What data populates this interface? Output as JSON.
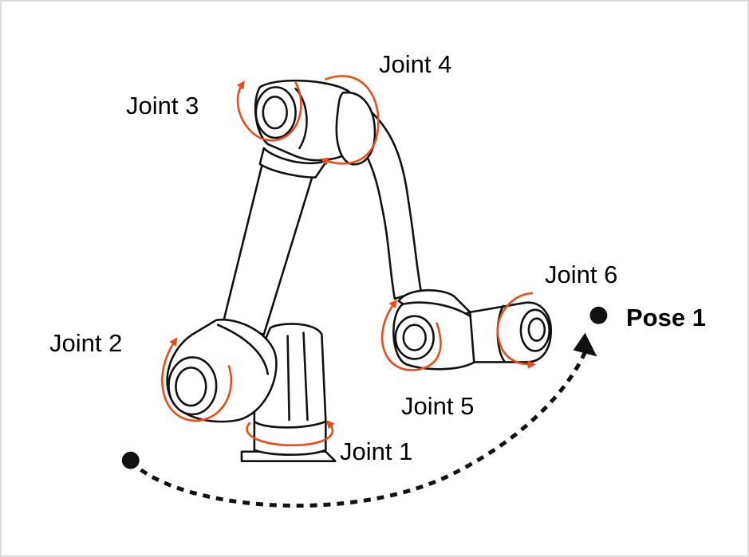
{
  "joints": [
    {
      "id": "joint-1",
      "label": "Joint 1"
    },
    {
      "id": "joint-2",
      "label": "Joint 2"
    },
    {
      "id": "joint-3",
      "label": "Joint 3"
    },
    {
      "id": "joint-4",
      "label": "Joint 4"
    },
    {
      "id": "joint-5",
      "label": "Joint 5"
    },
    {
      "id": "joint-6",
      "label": "Joint 6"
    }
  ],
  "target": {
    "label": "Pose 1"
  },
  "colors": {
    "outline": "#111111",
    "rotation_arrow": "#f04a12",
    "background": "#ffffff",
    "border": "#dcdcdc"
  }
}
